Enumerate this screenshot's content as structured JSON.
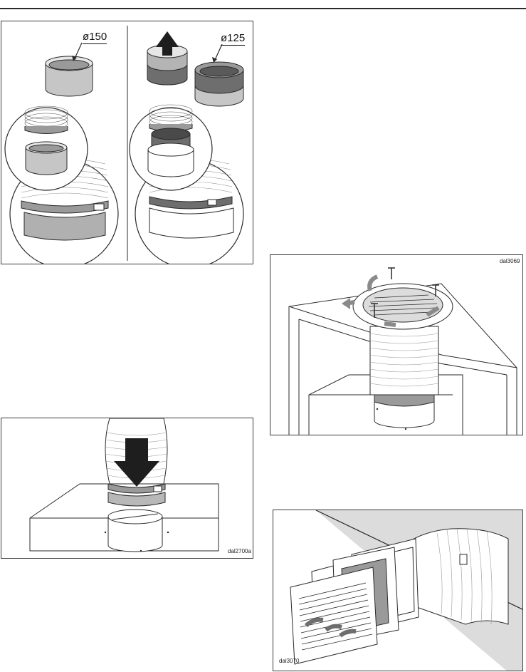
{
  "figures": {
    "duct_adapters": {
      "label_left": "ø150",
      "label_right": "ø125"
    },
    "duct_mount": {
      "code": "dal2700a"
    },
    "roof_outlet": {
      "code": "dal3069"
    },
    "wall_grille": {
      "code": "dal3070"
    }
  },
  "colors": {
    "line": "#2a2a2a",
    "light_gray": "#c6c6c6",
    "mid_gray": "#9a9a9a",
    "dark_gray": "#6e6e6e",
    "wall_shade": "#dcdcdc"
  }
}
